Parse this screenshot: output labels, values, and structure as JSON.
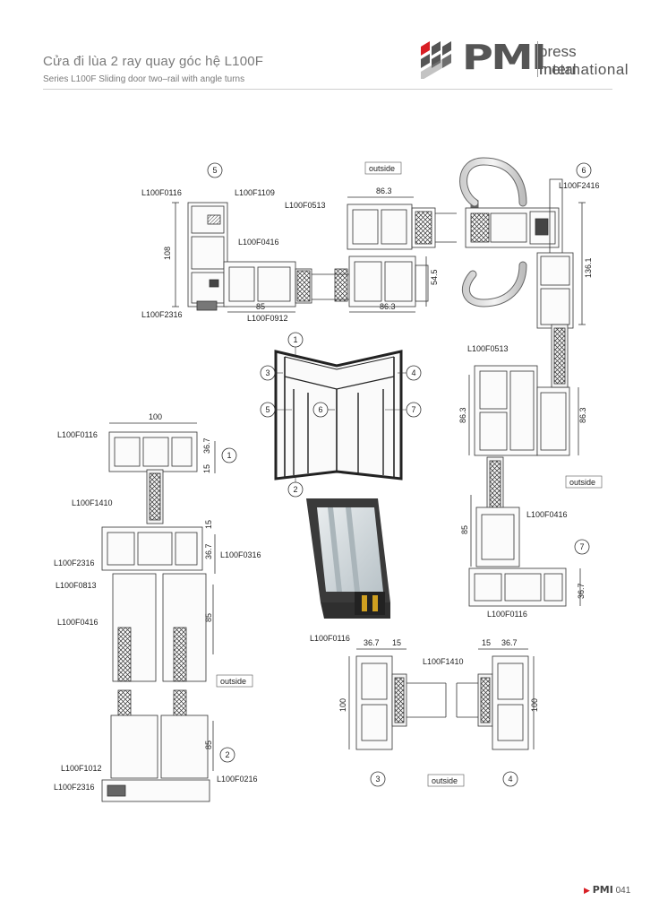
{
  "header": {
    "title": "Cửa đi lùa 2 ray quay góc hệ L100F",
    "subtitle": "Series L100F Sliding door two–rail with angle turns"
  },
  "logo": {
    "brand": "PMI",
    "line1": "press metal",
    "line2": "International"
  },
  "colors": {
    "frame": "#3a3a3a",
    "accent_red": "#d81e24",
    "gray": "#777777"
  },
  "detail_top": {
    "markers": [
      "5",
      "6"
    ],
    "outside": "outside",
    "labels": [
      "L100F0116",
      "L100F1109",
      "L100F0513",
      "L100F0416",
      "L100F2316",
      "L100F0912",
      "L100F2416"
    ],
    "dims": [
      "86.3",
      "108",
      "85",
      "86.3",
      "54.5",
      "136.1"
    ]
  },
  "detail_left": {
    "markers": [
      "1",
      "2"
    ],
    "outside": "outside",
    "labels": [
      "L100F0116",
      "L100F1410",
      "L100F2316",
      "L100F0813",
      "L100F0316",
      "L100F0416",
      "L100F1012",
      "L100F2316",
      "L100F0216"
    ],
    "dims": [
      "100",
      "36.7",
      "15",
      "15",
      "36.7",
      "85",
      "85"
    ]
  },
  "detail_right": {
    "markers": [
      "7"
    ],
    "outside": "outside",
    "labels": [
      "L100F0513",
      "L100F0416",
      "L100F0116"
    ],
    "dims": [
      "86.3",
      "86.3",
      "85",
      "36.7"
    ]
  },
  "detail_bottom": {
    "markers": [
      "3",
      "4"
    ],
    "outside": "outside",
    "labels": [
      "L100F0116",
      "L100F1410"
    ],
    "dims": [
      "36.7",
      "15",
      "15",
      "36.7",
      "100",
      "100"
    ]
  },
  "elevation": {
    "markers": [
      "1",
      "2",
      "3",
      "4",
      "5",
      "6",
      "7"
    ]
  },
  "footer": {
    "brand": "PMI",
    "page": "041"
  }
}
